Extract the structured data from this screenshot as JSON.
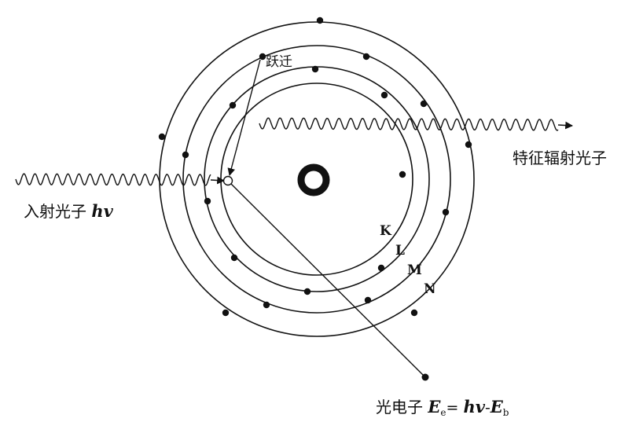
{
  "labels": {
    "incident_photon_text": "入射光子 ",
    "incident_photon_symbol": "hv",
    "characteristic_photon": "特征辐射光子",
    "transition": "跃迁",
    "photoelectron_text": "光电子 ",
    "photoelectron_E": "E",
    "photoelectron_E_sub": "e",
    "photoelectron_eq": "= ",
    "photoelectron_hv": "hv",
    "photoelectron_minus": "-",
    "photoelectron_Eb": "E",
    "photoelectron_Eb_sub": "b"
  },
  "shells": [
    {
      "name": "K",
      "label": "K"
    },
    {
      "name": "L",
      "label": "L"
    },
    {
      "name": "M",
      "label": "M"
    },
    {
      "name": "N",
      "label": "N"
    }
  ],
  "colors": {
    "ink": "#111111",
    "background": "#ffffff"
  },
  "icons": {
    "nucleus": "nucleus-ring-icon",
    "vacancy": "electron-vacancy-icon",
    "electron": "electron-dot-icon"
  }
}
